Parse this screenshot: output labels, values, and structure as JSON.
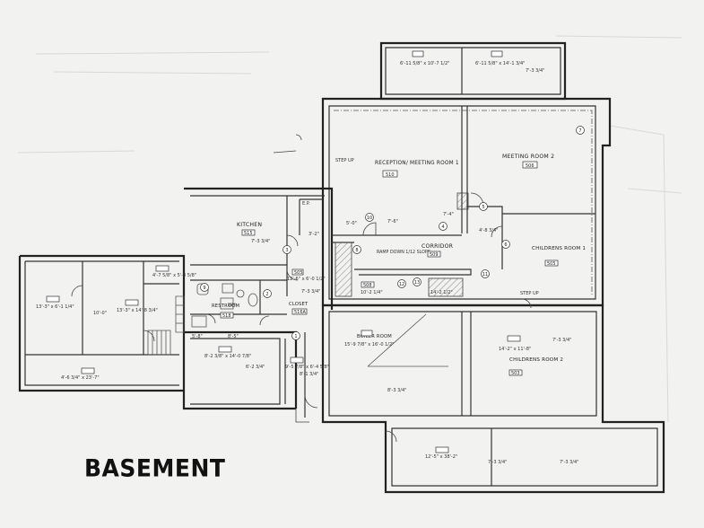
{
  "title": "BASEMENT",
  "rooms": [
    {
      "id": "r1",
      "number": "",
      "name": "",
      "dims": "6'-11 5/8\" x 10'-7 1/2\""
    },
    {
      "id": "r2",
      "number": "",
      "name": "",
      "dims": "6'-11 5/8\" x 14'-1 3/4\""
    },
    {
      "id": "r3",
      "number": "510",
      "name": "RECEPTION/ MEETING ROOM 1",
      "dims": ""
    },
    {
      "id": "r4",
      "number": "506",
      "name": "MEETING ROOM 2",
      "dims": ""
    },
    {
      "id": "r5",
      "number": "515",
      "name": "KITCHEN",
      "dims": ""
    },
    {
      "id": "r6",
      "number": "509",
      "name": "CORRIDOR",
      "dims": ""
    },
    {
      "id": "r7",
      "number": "505",
      "name": "CHILDRENS ROOM 1",
      "dims": ""
    },
    {
      "id": "r8",
      "number": "518",
      "name": "RESTROOM",
      "dims": ""
    },
    {
      "id": "r9",
      "number": "516A",
      "name": "CLOSET",
      "dims": ""
    },
    {
      "id": "r10",
      "number": "",
      "name": "BOILER ROOM",
      "dims": "15'-9 7/8\" x 16'-0 1/2\""
    },
    {
      "id": "r11",
      "number": "503",
      "name": "CHILDRENS ROOM 2",
      "dims": "14'-2\" x 11'-8\""
    },
    {
      "id": "r12",
      "number": "",
      "name": "",
      "dims": "13'-3\" x 6'-1 1/4\""
    },
    {
      "id": "r13",
      "number": "",
      "name": "",
      "dims": "13'-3\" x 14'-8 3/4\""
    },
    {
      "id": "r14",
      "number": "",
      "name": "",
      "dims": "4'-7 5/8\" x 5'-8 5/8\""
    },
    {
      "id": "r15",
      "number": "",
      "name": "",
      "dims": "4'-6 3/4\" x 23'-7\""
    },
    {
      "id": "r16",
      "number": "",
      "name": "",
      "dims": "8'-2 3/8\" x 14'-0 7/8\""
    },
    {
      "id": "r17",
      "number": "",
      "name": "",
      "dims": "9'-5 7/8\" x 6'-4 5/8\""
    },
    {
      "id": "r18",
      "number": "",
      "name": "",
      "dims": "12'-5\" x 38'-2\""
    }
  ],
  "notes": {
    "step_up_1": "STEP UP",
    "step_up_2": "STEP UP",
    "ramp": "RAMP DOWN 1/12 SLOPE",
    "ep": "E.P.",
    "wh": "WH",
    "n505": "505",
    "n508": "508",
    "corridor_dims": "12'-6\" x 6'-0 1/2\"",
    "ceiling_h1": "7'-3 3/4\"",
    "ceiling_h2": "7'-3 3/4\"",
    "ceiling_h3": "7'-3 3/4\"",
    "ceiling_h4": "7'-3 3/4\"",
    "ceiling_h5": "8'-3 3/4\"",
    "ceiling_h6": "6'-2 3/4\"",
    "ceiling_h7": "8'-1 3/4\"",
    "ceiling_h8": "7'-3 3/4\"",
    "ceiling_h9": "7'-3 3/4\"",
    "ceiling_h10": "7'-4\"",
    "dim_a": "5'-0\"",
    "dim_b": "7'-6\"",
    "dim_c": "3'-2\"",
    "dim_d": "4'-8 3/4\"",
    "dim_e": "10'-2 1/4\"",
    "dim_f": "14'-2 1/2\"",
    "dim_g": "10'-0\"",
    "dim_h": "5'-8\"",
    "dim_i": "8'-5\"",
    "dim_j": "7'-4\""
  },
  "door_tags": [
    "1",
    "2",
    "3",
    "4",
    "5",
    "6",
    "7",
    "8",
    "9",
    "10",
    "11",
    "12",
    "13"
  ]
}
